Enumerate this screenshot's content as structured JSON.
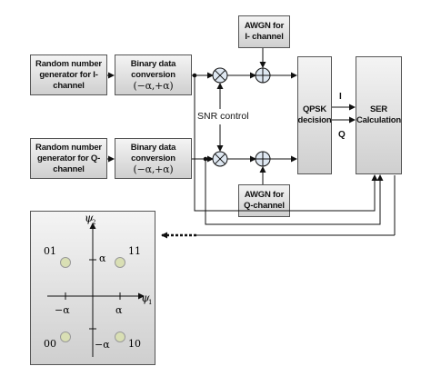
{
  "blocks": {
    "rng_i": [
      "Random number",
      "generator for I-channel"
    ],
    "rng_q": [
      "Random number",
      "generator for Q-channel"
    ],
    "bdc_i": [
      "Binary data conversion",
      "(−α,+α)"
    ],
    "bdc_q": [
      "Binary data conversion",
      "(−α,+α)"
    ],
    "awgn_i": [
      "AWGN for",
      "I- channel"
    ],
    "awgn_q": [
      "AWGN for",
      "Q-channel"
    ],
    "qpsk": [
      "QPSK",
      "decision"
    ],
    "ser": [
      "SER",
      "Calculation"
    ]
  },
  "labels": {
    "snr_control": "SNR control",
    "i_out": "I",
    "q_out": "Q"
  },
  "constellation": {
    "axis_y": "ψ",
    "axis_y_sub": "2",
    "axis_x": "ψ",
    "axis_x_sub": "1",
    "alpha_pos_y": "α",
    "alpha_neg_y": "−α",
    "alpha_pos_x": "α",
    "alpha_neg_x": "−α",
    "points": [
      "01",
      "11",
      "00",
      "10"
    ],
    "point_fill": "#d9dfb4"
  },
  "colors": {
    "connector": "#4a90c8",
    "line": "#111111"
  }
}
